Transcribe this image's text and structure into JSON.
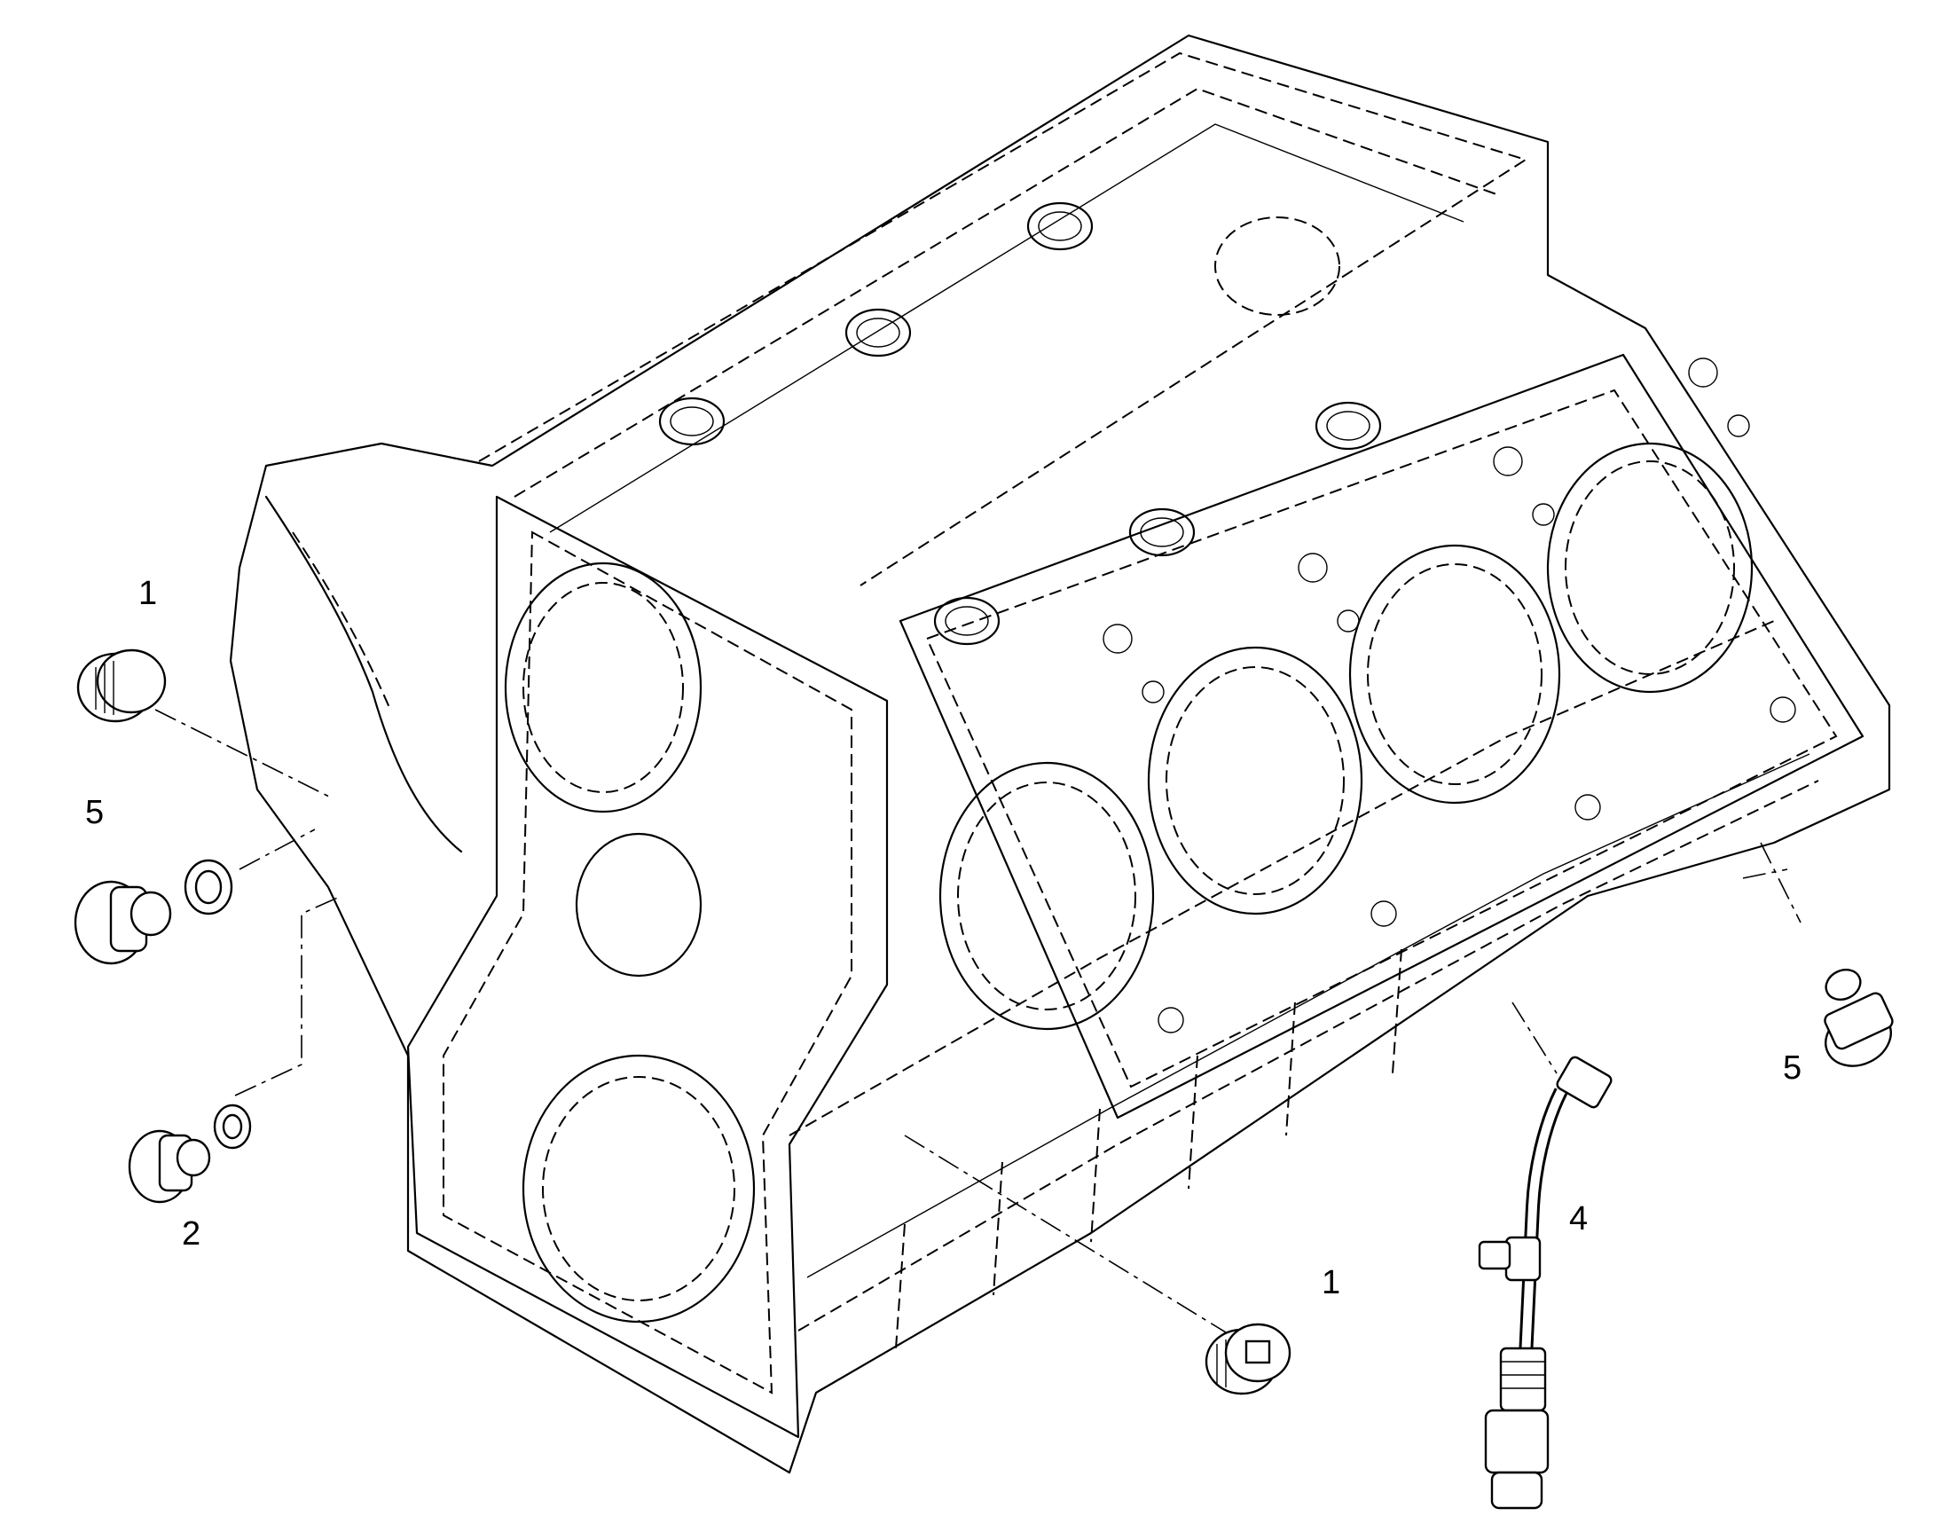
{
  "callouts": [
    {
      "id": "c1a",
      "label": "1"
    },
    {
      "id": "c5a",
      "label": "5"
    },
    {
      "id": "c2",
      "label": "2"
    },
    {
      "id": "c1b",
      "label": "1"
    },
    {
      "id": "c4",
      "label": "4"
    },
    {
      "id": "c5b",
      "label": "5"
    }
  ]
}
